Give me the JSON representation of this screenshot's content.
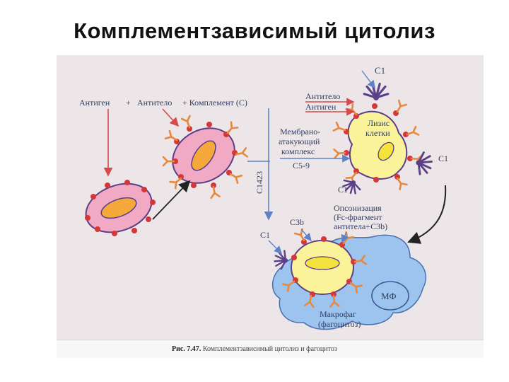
{
  "slide": {
    "title": "Комплементзависимый цитолиз"
  },
  "diagram": {
    "labels": {
      "antigen": "Антиген",
      "plus1": "+",
      "antibody": "Антитело",
      "plus_complement": "+ Комплемент (С)",
      "c1423": "C1423",
      "c1_top": "C1",
      "antibody_right": "Антитело",
      "antigen_right": "Антиген",
      "lysis_line1": "Лизис",
      "lysis_line2": "клетки",
      "mac_line1": "Мембрано-",
      "mac_line2": "атакующий",
      "mac_line3": "комплекс",
      "mac_line4": "C5-9",
      "c1_right": "C1",
      "c1_lower": "C1",
      "c1_left": "C1",
      "c3b": "C3b",
      "ops_line1": "Опсонизация",
      "ops_line2": "(Fc-фрагмент",
      "ops_line3": "антитела+C3b)",
      "mf": "МФ",
      "macro_line1": "Макрофаг",
      "macro_line2": "(фагоцитоз)"
    },
    "caption_bold": "Рис. 7.47.",
    "caption_text": "Комплементзависимый цитолиз и фагоцитоз",
    "colors": {
      "background": "#ece6e8",
      "cell_pink": "#f2a9c4",
      "nucleus_orange": "#f4a93a",
      "cell_yellow": "#fbf39a",
      "macrophage_blue": "#9cc4ee",
      "antigen_red": "#d5363a",
      "antibody_orange": "#e7883c",
      "complement_purple": "#5b3f87",
      "arrow_red": "#d64a4a",
      "arrow_blue": "#5f82c6"
    }
  }
}
